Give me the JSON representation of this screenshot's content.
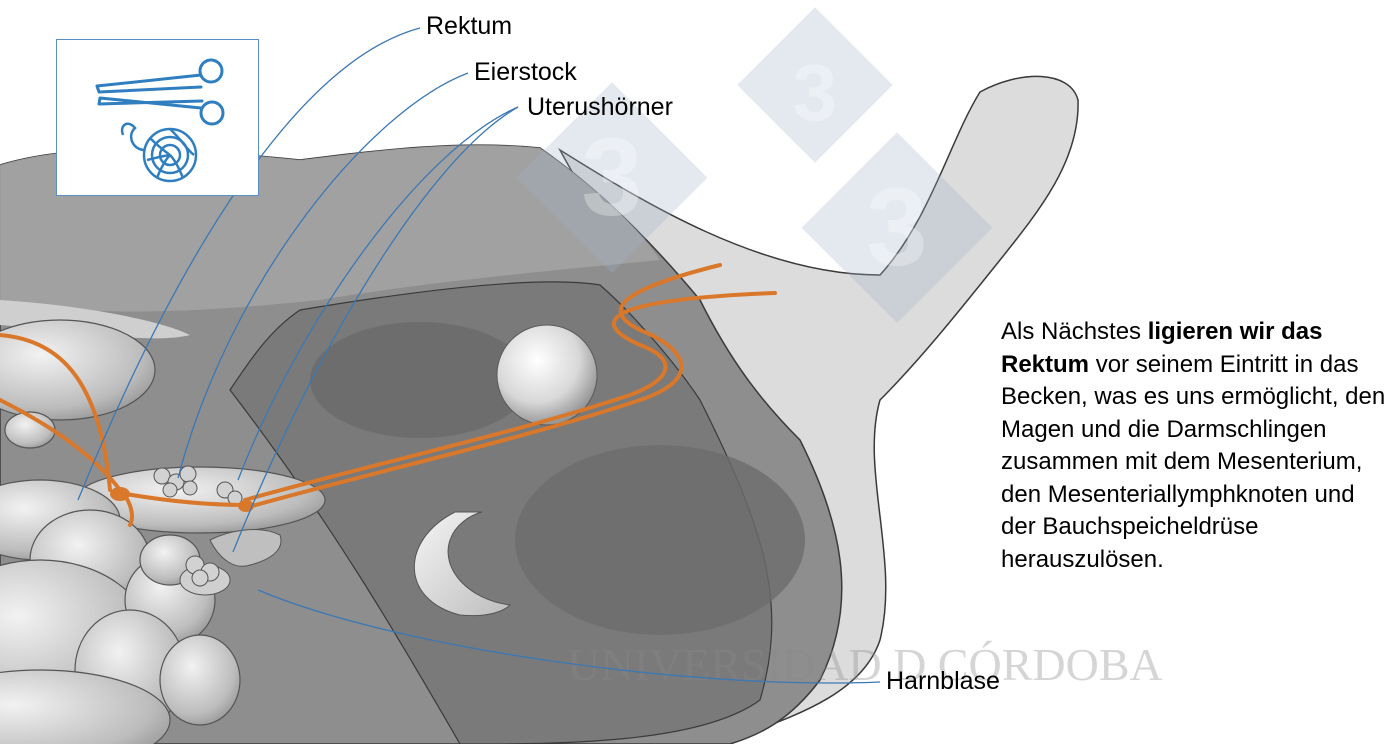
{
  "labels": {
    "rektum": "Rektum",
    "eierstock": "Eierstock",
    "uterushoerner": "Uterushörner",
    "harnblase": "Harnblase"
  },
  "description": {
    "part1": "Als Nächstes ",
    "bold1": "ligieren wir das",
    "bold2": "Rektum",
    "part2": " vor seinem Eintritt in das Becken, was es uns ermöglicht, den Magen und die Darmschlingen zusammen mit dem Mesenterium, den Mesenteriallymphknoten und der Bauchspeicheldrüse herauszulösen."
  },
  "watermark": {
    "text": "UNIVERSIDAD D CÓRDOBA",
    "logo_digit": "3"
  },
  "icons": [
    "scissors-icon",
    "suture-thread-icon"
  ],
  "colors": {
    "leader_line": "#3c78b4",
    "suture": "#d9782a",
    "icon_blue": "#2f7fc0",
    "box_border": "#5a8fc4"
  }
}
